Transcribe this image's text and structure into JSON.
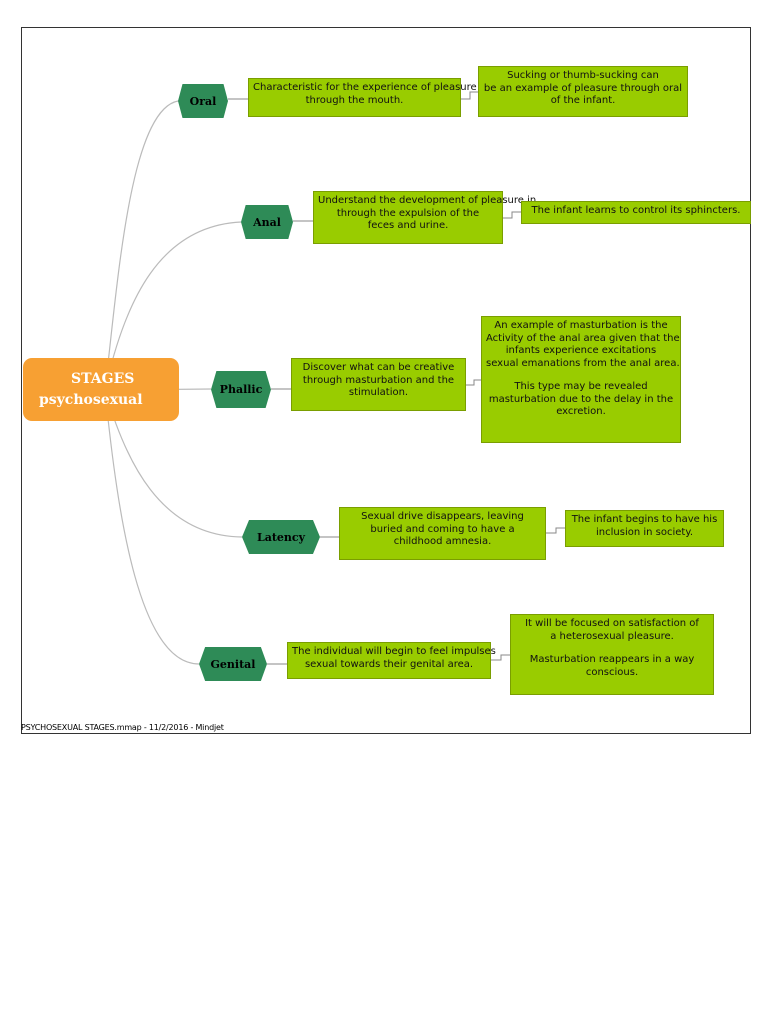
{
  "central": {
    "line1": "STAGES",
    "line2": "psychosexual"
  },
  "stages": [
    {
      "name": "Oral",
      "description": [
        "Characteristic for the experience of pleasure to",
        "through the mouth."
      ],
      "detail": [
        "Sucking or thumb-sucking can",
        "be an example of pleasure through oral",
        "of the infant."
      ]
    },
    {
      "name": "Anal",
      "description": [
        "Understand the development of pleasure in",
        "through the expulsion of the",
        "feces and urine."
      ],
      "detail": [
        "The infant learns to control its sphincters."
      ]
    },
    {
      "name": "Phallic",
      "description": [
        "Discover what can be creative",
        "through masturbation and the",
        "stimulation."
      ],
      "detail": [
        "An example of masturbation is the",
        "Activity of the anal area given that the",
        "infants experience excitations",
        "sexual emanations from the anal area.",
        "",
        "This type may be revealed",
        "masturbation due to the delay in the",
        "excretion."
      ]
    },
    {
      "name": "Latency",
      "description": [
        "Sexual drive disappears, leaving",
        "buried and coming to have a",
        "childhood amnesia."
      ],
      "detail": [
        "The infant begins to have his",
        "inclusion in society."
      ]
    },
    {
      "name": "Genital",
      "description": [
        "The individual will begin to feel impulses",
        "sexual towards their genital area."
      ],
      "detail": [
        "It will be focused on satisfaction of",
        "a heterosexual pleasure.",
        "",
        "Masturbation reappears in a way",
        "conscious."
      ]
    }
  ],
  "footer": "PSYCHOSEXUAL STAGES.mmap - 11/2/2016 - Mindjet"
}
